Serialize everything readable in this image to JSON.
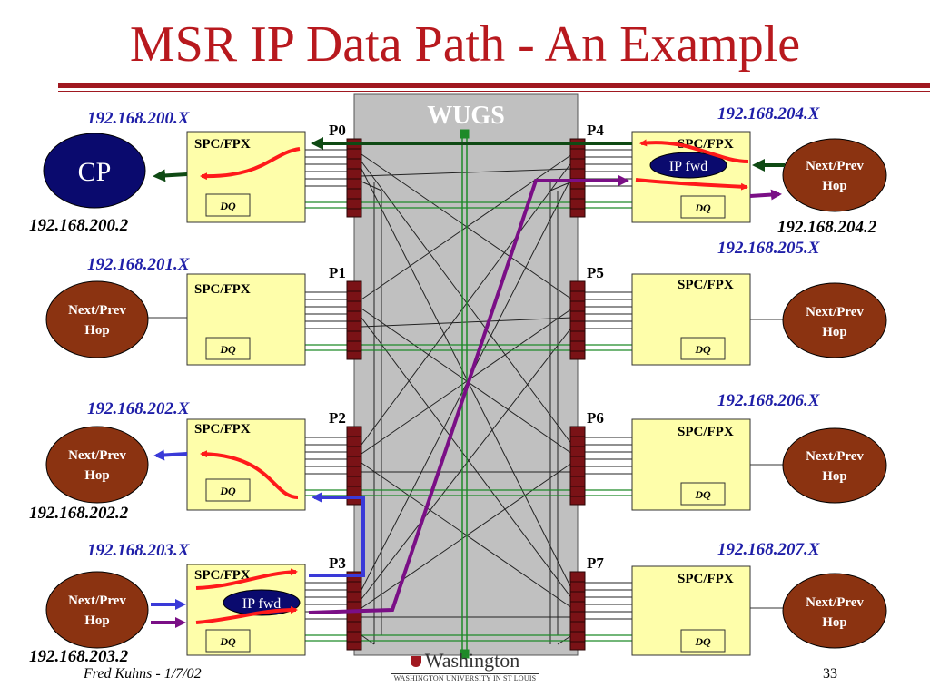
{
  "title": "MSR IP Data Path - An Example",
  "switch_label": "WUGS",
  "ports": [
    "P0",
    "P1",
    "P2",
    "P3",
    "P4",
    "P5",
    "P6",
    "P7"
  ],
  "spc_label": "SPC/FPX",
  "dq_label": "DQ",
  "ip_fwd_label": "IP fwd",
  "cp_label": "CP",
  "hop_label_line1": "Next/Prev",
  "hop_label_line2": "Hop",
  "subnets": {
    "p0": "192.168.200.X",
    "p1": "192.168.201.X",
    "p2": "192.168.202.X",
    "p3": "192.168.203.X",
    "p4": "192.168.204.X",
    "p5": "192.168.205.X",
    "p6": "192.168.206.X",
    "p7": "192.168.207.X"
  },
  "hosts": {
    "p0": "192.168.200.2",
    "p2": "192.168.202.2",
    "p3": "192.168.203.2",
    "p4": "192.168.204.2"
  },
  "footer": {
    "author": "Fred Kuhns - 1/7/02",
    "logo_main": "Washington",
    "logo_sub": "WASHINGTON UNIVERSITY IN ST LOUIS",
    "page": "33"
  },
  "colors": {
    "title": "#b8191e",
    "subnet_text": "#1f1fa8",
    "spc_fill": "#fefeaa",
    "port_fill": "#7a1216",
    "switch_fill": "#c0c0c0",
    "hop_fill": "#8b3311",
    "cp_fill": "#0a0a6e",
    "path_red": "#ff1a1a",
    "path_purple": "#7a0f86",
    "path_blue": "#3a3ad8",
    "path_green": "#0f4a14",
    "bus_green": "#1e8a28"
  }
}
